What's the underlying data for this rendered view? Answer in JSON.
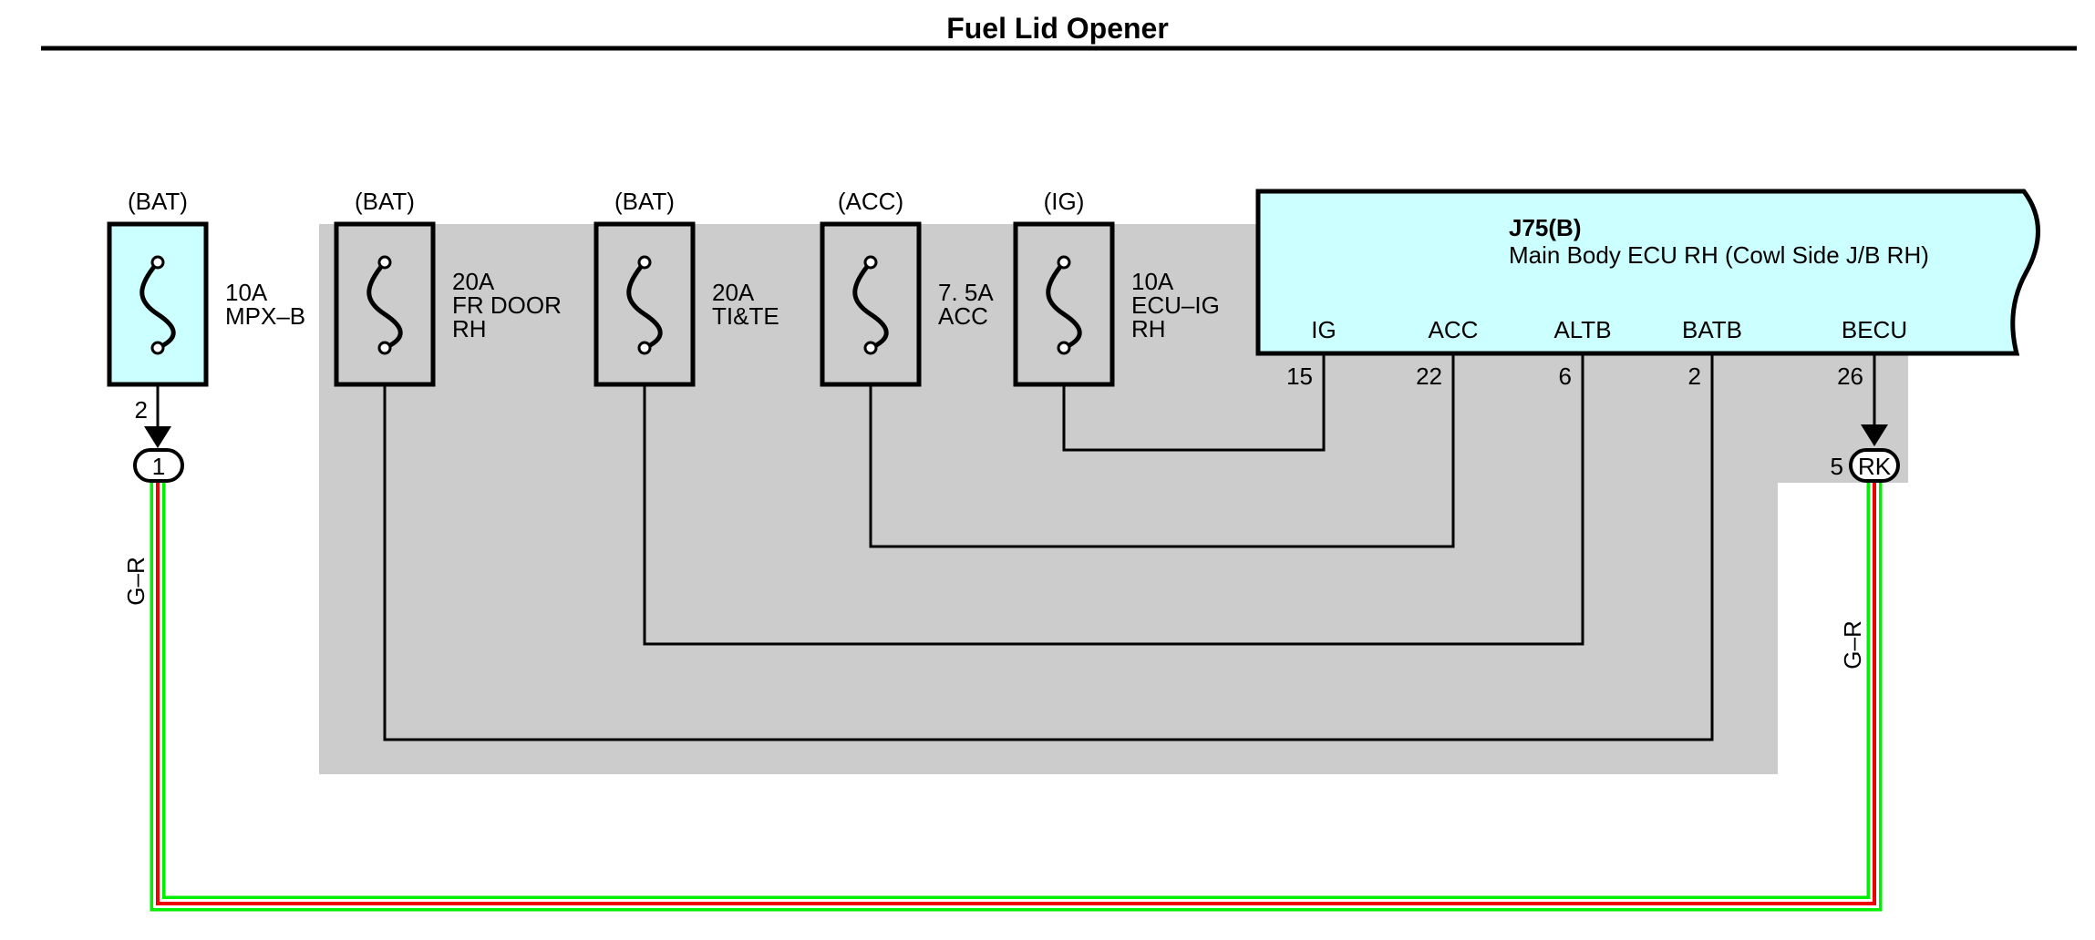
{
  "title": "Fuel Lid Opener",
  "colors": {
    "shade": "#cccccc",
    "ecu_fill": "#ccffff",
    "fuse_bat_fill": "#ccffff",
    "wire_outer": "#00ee00",
    "wire_center": "#ee0000",
    "line": "#000000"
  },
  "fuses": [
    {
      "source": "(BAT)",
      "rating": "10A",
      "name_lines": [
        "MPX–B"
      ]
    },
    {
      "source": "(BAT)",
      "rating": "20A",
      "name_lines": [
        "FR DOOR",
        "RH"
      ]
    },
    {
      "source": "(BAT)",
      "rating": "20A",
      "name_lines": [
        "TI&TE"
      ]
    },
    {
      "source": "(ACC)",
      "rating": "7. 5A",
      "name_lines": [
        "ACC"
      ]
    },
    {
      "source": "(IG)",
      "rating": "10A",
      "name_lines": [
        "ECU–IG",
        "RH"
      ]
    }
  ],
  "ecu": {
    "code": "J75(B)",
    "name": "Main Body ECU RH (Cowl Side J/B RH)",
    "pins": [
      {
        "label": "IG",
        "number": "15"
      },
      {
        "label": "ACC",
        "number": "22"
      },
      {
        "label": "ALTB",
        "number": "6"
      },
      {
        "label": "BATB",
        "number": "2"
      },
      {
        "label": "BECU",
        "number": "26"
      }
    ]
  },
  "connectors": {
    "left": {
      "pin": "2",
      "label": "1"
    },
    "right": {
      "pin": "5",
      "label": "RK"
    }
  },
  "wires": {
    "left_color": "G–R",
    "right_color": "G–R"
  }
}
